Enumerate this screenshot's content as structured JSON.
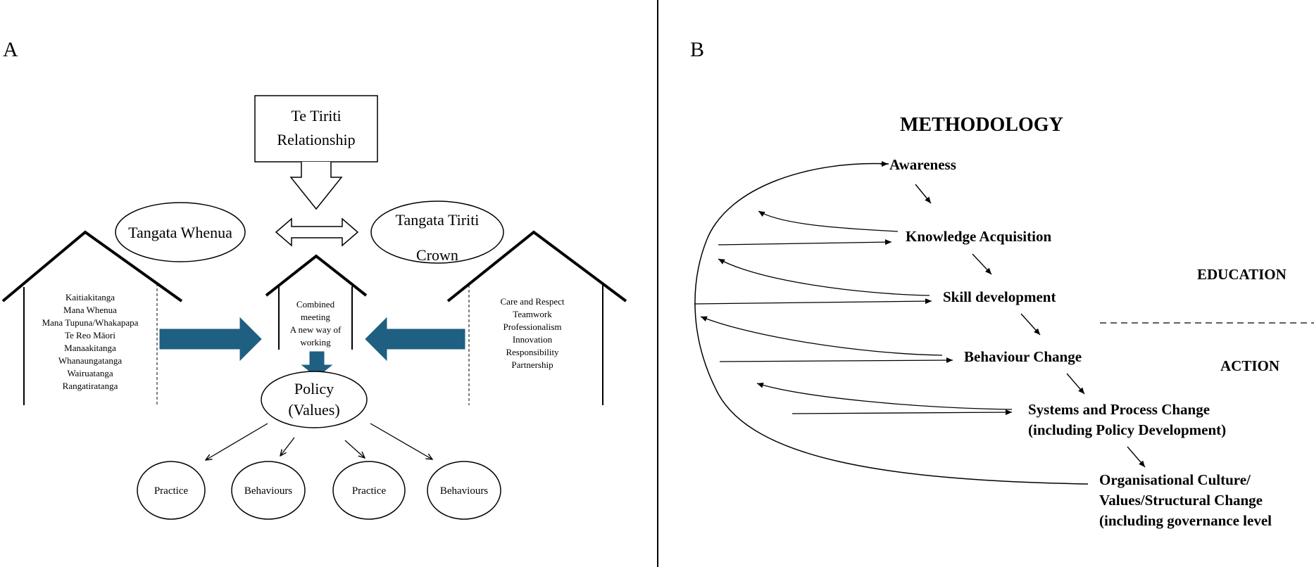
{
  "panel_a": {
    "label": "A",
    "tiriti_box": {
      "line1": "Te Tiriti",
      "line2": "Relationship"
    },
    "tangata_whenua": "Tangata Whenua",
    "tangata_tiriti": {
      "line1": "Tangata Tiriti",
      "line2": "Crown"
    },
    "left_house_values": [
      "Kaitiakitanga",
      "Mana Whenua",
      "Mana Tupuna/Whakapapa",
      "Te Reo Māori",
      "Manaakitanga",
      "Whanaungatanga",
      "Wairuatanga",
      "Rangatiratanga"
    ],
    "center_house": {
      "line1": "Combined",
      "line2": "meeting",
      "line3": "A new way of",
      "line4": "working"
    },
    "right_house_values": [
      "Care and Respect",
      "Teamwork",
      "Professionalism",
      "Innovation",
      "Responsibility",
      "Partnership"
    ],
    "policy": {
      "line1": "Policy",
      "line2": "(Values)"
    },
    "outcomes": [
      "Practice",
      "Behaviours",
      "Practice",
      "Behaviours"
    ]
  },
  "panel_b": {
    "label": "B",
    "title": "METHODOLOGY",
    "steps": [
      "Awareness",
      "Knowledge Acquisition",
      "Skill development",
      "Behaviour Change",
      "Systems and Process Change",
      "(including Policy Development)",
      "Organisational Culture/",
      "Values/Structural Change",
      "(including governance level"
    ],
    "education_label": "EDUCATION",
    "action_label": "ACTION"
  },
  "colors": {
    "arrow_fill": "#1f5f82",
    "line": "#000000"
  }
}
